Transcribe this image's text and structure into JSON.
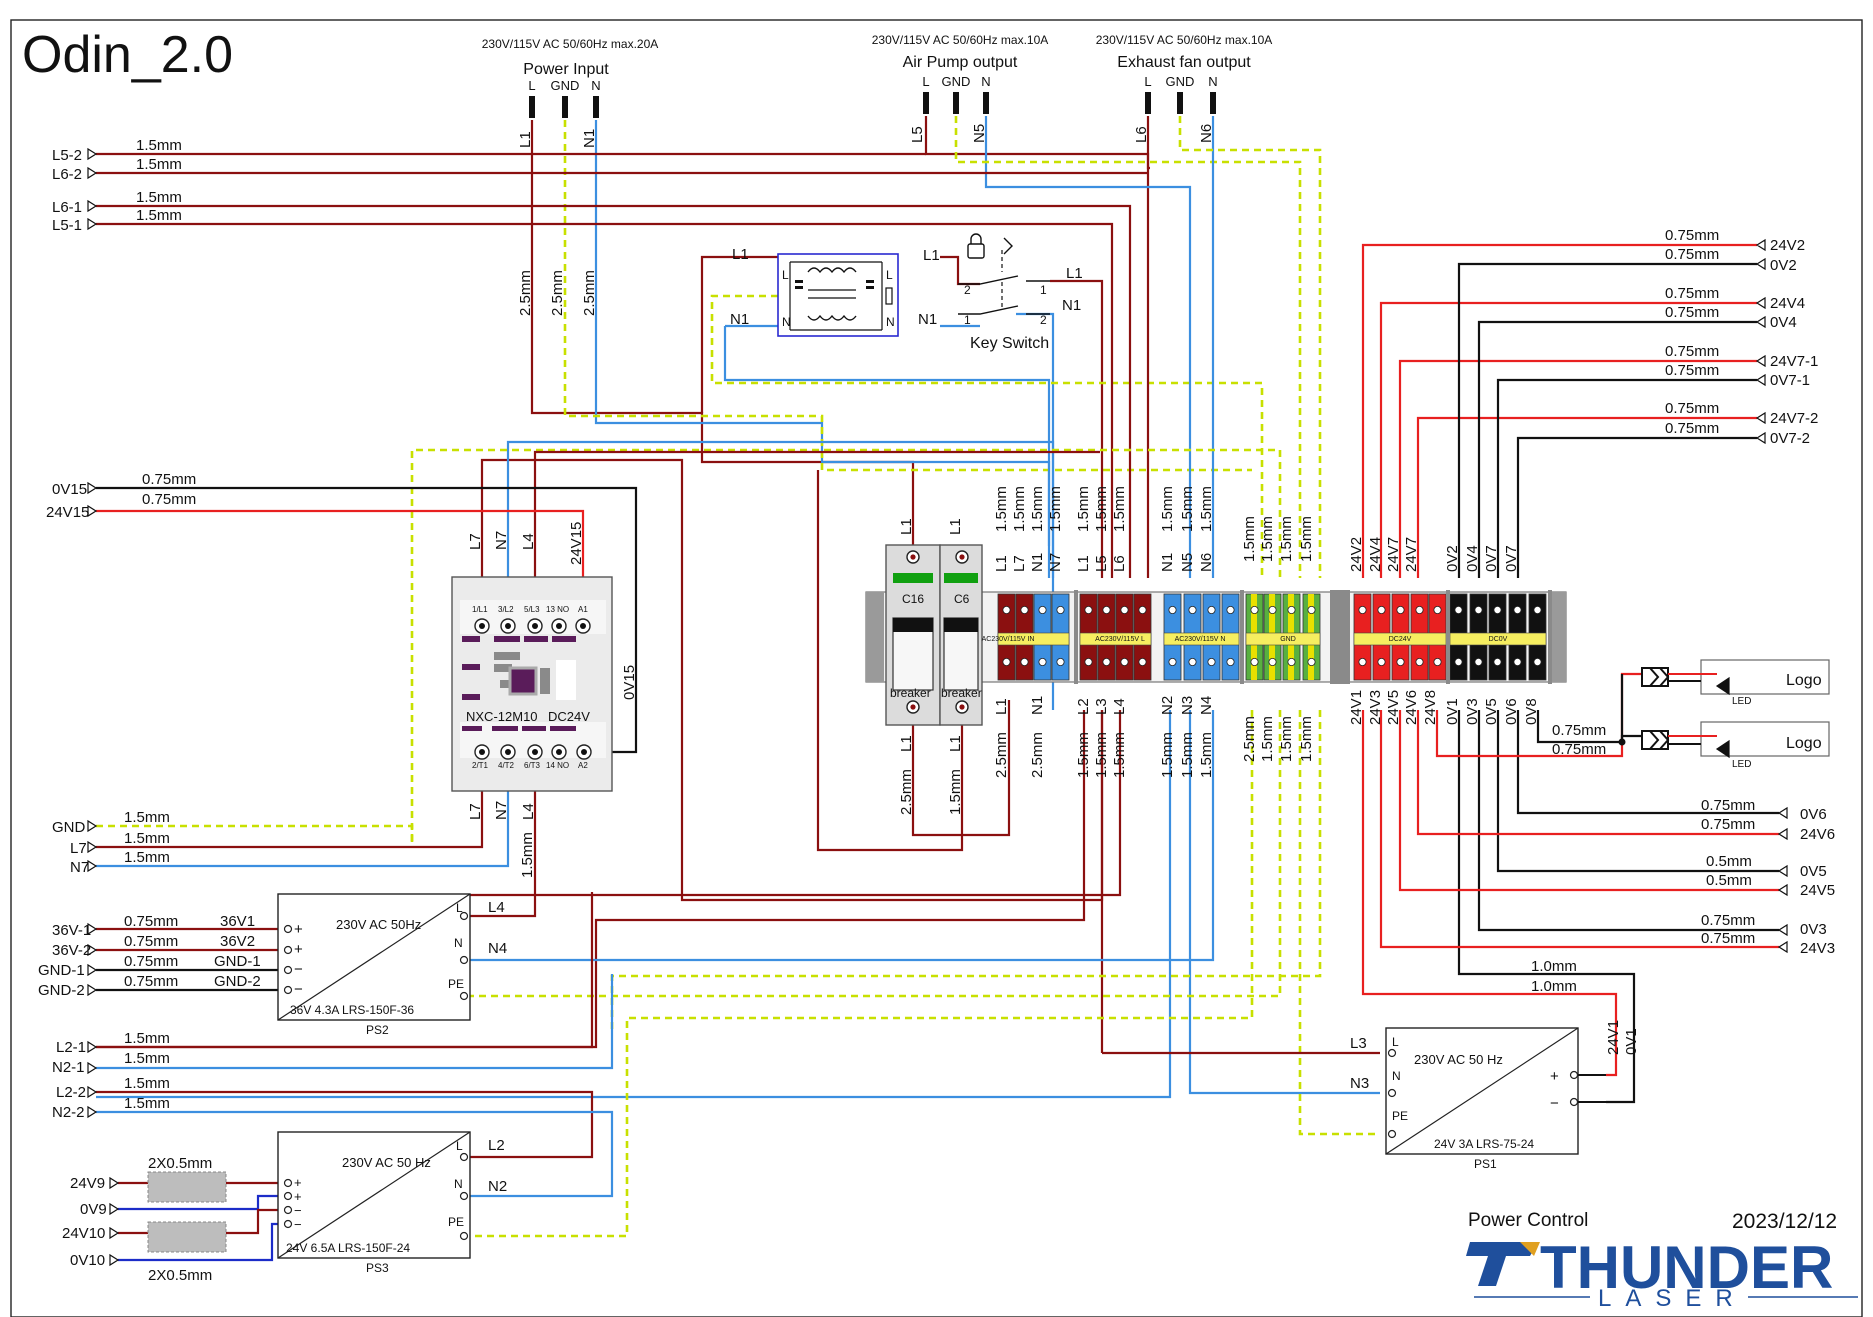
{
  "title": "Odin_2.0",
  "footer": {
    "caption": "Power Control",
    "date": "2023/12/12",
    "brand": "THUNDER",
    "brand_sub": "LASER"
  },
  "colors": {
    "live": "#8b1010",
    "neutral": "#3c8fe0",
    "dc_positive": "#e82020",
    "dc_zero": "#111111",
    "ground": "#c8e000",
    "ground_stripe": "#3bb24a",
    "brand": "#1f4f9c"
  },
  "power_input": {
    "rating": "230V/115V AC 50/60Hz max.20A",
    "label": "Power Input",
    "pins": [
      "L",
      "GND",
      "N"
    ],
    "wire_l": "L1",
    "wire_n": "N1",
    "wire_sizes": [
      "2.5mm",
      "2.5mm",
      "2.5mm"
    ]
  },
  "air_pump": {
    "rating": "230V/115V AC 50/60Hz max.10A",
    "label": "Air Pump output",
    "pins": [
      "L",
      "GND",
      "N"
    ],
    "wire_l": "L5",
    "wire_n": "N5"
  },
  "exhaust_fan": {
    "rating": "230V/115V AC 50/60Hz max.10A",
    "label": "Exhaust fan output",
    "pins": [
      "L",
      "GND",
      "N"
    ],
    "wire_l": "L6",
    "wire_n": "N6"
  },
  "left_ac_outputs": [
    {
      "name": "L5-2",
      "size": "1.5mm"
    },
    {
      "name": "L6-2",
      "size": "1.5mm"
    },
    {
      "name": "L6-1",
      "size": "1.5mm"
    },
    {
      "name": "L5-1",
      "size": "1.5mm"
    }
  ],
  "left_dc15": [
    {
      "name": "0V15",
      "size": "0.75mm"
    },
    {
      "name": "24V15",
      "size": "0.75mm"
    }
  ],
  "filter": {
    "l_in": "L1",
    "n_in": "N1",
    "l_out": "L1",
    "n_out": "N1",
    "pin_l": "L",
    "pin_n": "N"
  },
  "key_switch": {
    "label": "Key Switch",
    "l_wire": "L1",
    "n_wire": "N1",
    "pins": [
      "2",
      "1",
      "1",
      "2"
    ]
  },
  "contactor": {
    "model": "NXC-12M10",
    "coil": "DC24V",
    "top_terminals": [
      "1/L1",
      "3/L2",
      "5/L3",
      "13 NO",
      "A1"
    ],
    "bottom_terminals": [
      "2/T1",
      "4/T2",
      "6/T3",
      "14 NO",
      "A2"
    ],
    "top_wires": [
      "L7",
      "N7",
      "L4",
      "24V15"
    ],
    "bottom_wires": [
      "L7",
      "N7",
      "L4"
    ],
    "coil_return": "0V15",
    "l4_size": "1.5mm"
  },
  "contactor_outputs": [
    {
      "name": "GND",
      "size": "1.5mm"
    },
    {
      "name": "L7",
      "size": "1.5mm"
    },
    {
      "name": "N7",
      "size": "1.5mm"
    }
  ],
  "breakers": [
    {
      "rating": "C16",
      "label": "breaker",
      "top": "L1",
      "bottom": "L1",
      "size": "2.5mm"
    },
    {
      "rating": "C6",
      "label": "breaker",
      "top": "L1",
      "bottom": "L1",
      "size": "1.5mm"
    }
  ],
  "terminal_blocks": [
    {
      "label": "AC230V/115V IN",
      "top": [
        "L1",
        "L7",
        "N1",
        "N7"
      ],
      "top_sizes": [
        "1.5mm",
        "1.5mm",
        "1.5mm",
        "1.5mm"
      ],
      "bottom": [
        "L1",
        "N1"
      ],
      "bottom_sizes": [
        "2.5mm",
        "2.5mm"
      ]
    },
    {
      "label": "AC230V/115V L",
      "top": [
        "L1",
        "L5",
        "L6"
      ],
      "top_sizes": [
        "1.5mm",
        "1.5mm",
        "1.5mm"
      ],
      "bottom": [
        "L2",
        "L3",
        "L4"
      ],
      "bottom_sizes": [
        "1.5mm",
        "1.5mm",
        "1.5mm"
      ]
    },
    {
      "label": "AC230V/115V N",
      "top": [
        "N1",
        "N5",
        "N6"
      ],
      "top_sizes": [
        "1.5mm",
        "1.5mm",
        "1.5mm"
      ],
      "bottom": [
        "N2",
        "N3",
        "N4"
      ],
      "bottom_sizes": [
        "1.5mm",
        "1.5mm",
        "1.5mm"
      ]
    },
    {
      "label": "GND",
      "top": [],
      "top_sizes": [
        "1.5mm",
        "1.5mm",
        "1.5mm",
        "1.5mm"
      ],
      "bottom": [],
      "bottom_sizes": [
        "2.5mm",
        "1.5mm",
        "1.5mm",
        "1.5mm"
      ]
    },
    {
      "label": "DC24V",
      "top": [
        "24V2",
        "24V4",
        "24V7"
      ],
      "top_sizes": [],
      "bottom": [
        "24V1",
        "24V3",
        "24V5",
        "24V6",
        "24V8"
      ],
      "bottom_sizes": []
    },
    {
      "label": "DC0V",
      "top": [
        "0V2",
        "0V4",
        "0V7"
      ],
      "top_sizes": [],
      "bottom": [
        "0V1",
        "0V3",
        "0V5",
        "0V6",
        "0V8"
      ],
      "bottom_sizes": []
    }
  ],
  "right_dc_outputs": [
    {
      "name": "24V2",
      "size": "0.75mm"
    },
    {
      "name": "0V2",
      "size": "0.75mm"
    },
    {
      "name": "24V4",
      "size": "0.75mm"
    },
    {
      "name": "0V4",
      "size": "0.75mm"
    },
    {
      "name": "24V7-1",
      "size": "0.75mm"
    },
    {
      "name": "0V7-1",
      "size": "0.75mm"
    },
    {
      "name": "24V7-2",
      "size": "0.75mm"
    },
    {
      "name": "0V7-2",
      "size": "0.75mm"
    }
  ],
  "logo_leds": {
    "label": "Logo",
    "led": "LED",
    "sizes": [
      "0.75mm",
      "0.75mm"
    ]
  },
  "right_lower_outputs": [
    {
      "name": "0V6",
      "size": "0.75mm"
    },
    {
      "name": "24V6",
      "size": "0.75mm"
    },
    {
      "name": "0V5",
      "size": "0.5mm"
    },
    {
      "name": "24V5",
      "size": "0.5mm"
    },
    {
      "name": "0V3",
      "size": "0.75mm"
    },
    {
      "name": "24V3",
      "size": "0.75mm"
    }
  ],
  "ps1_feed": {
    "sizes": [
      "1.0mm",
      "1.0mm"
    ],
    "v": [
      "24V1",
      "0V1"
    ]
  },
  "ps2": {
    "input": "230V AC 50Hz",
    "spec": "36V 4.3A  LRS-150F-36",
    "name": "PS2",
    "pins_in": [
      "L",
      "N",
      "PE"
    ],
    "pins_out": [
      "+",
      "+",
      "−",
      "−"
    ],
    "l_wire": "L4",
    "n_wire": "N4",
    "outputs": [
      {
        "name": "36V-1",
        "size": "0.75mm",
        "pin": "36V1"
      },
      {
        "name": "36V-2",
        "size": "0.75mm",
        "pin": "36V2"
      },
      {
        "name": "GND-1",
        "size": "0.75mm",
        "pin": "GND-1"
      },
      {
        "name": "GND-2",
        "size": "0.75mm",
        "pin": "GND-2"
      }
    ]
  },
  "ps3_feed": [
    {
      "name": "L2-1",
      "size": "1.5mm"
    },
    {
      "name": "N2-1",
      "size": "1.5mm"
    },
    {
      "name": "L2-2",
      "size": "1.5mm"
    },
    {
      "name": "N2-2",
      "size": "1.5mm"
    }
  ],
  "ps3": {
    "input": "230V AC 50 Hz",
    "spec": "24V 6.5A  LRS-150F-24",
    "name": "PS3",
    "pins_in": [
      "L",
      "N",
      "PE"
    ],
    "pins_out": [
      "+",
      "+",
      "−",
      "−"
    ],
    "l_wire": "L2",
    "n_wire": "N2",
    "outputs": [
      "24V9",
      "0V9",
      "24V10",
      "0V10"
    ],
    "cable": [
      "2X0.5mm",
      "2X0.5mm"
    ]
  },
  "ps1": {
    "input": "230V AC 50 Hz",
    "spec": "24V 3A  LRS-75-24",
    "name": "PS1",
    "pins_in": [
      "L",
      "N",
      "PE"
    ],
    "pins_out": [
      "+",
      "−"
    ],
    "l_wire": "L3",
    "n_wire": "N3"
  }
}
